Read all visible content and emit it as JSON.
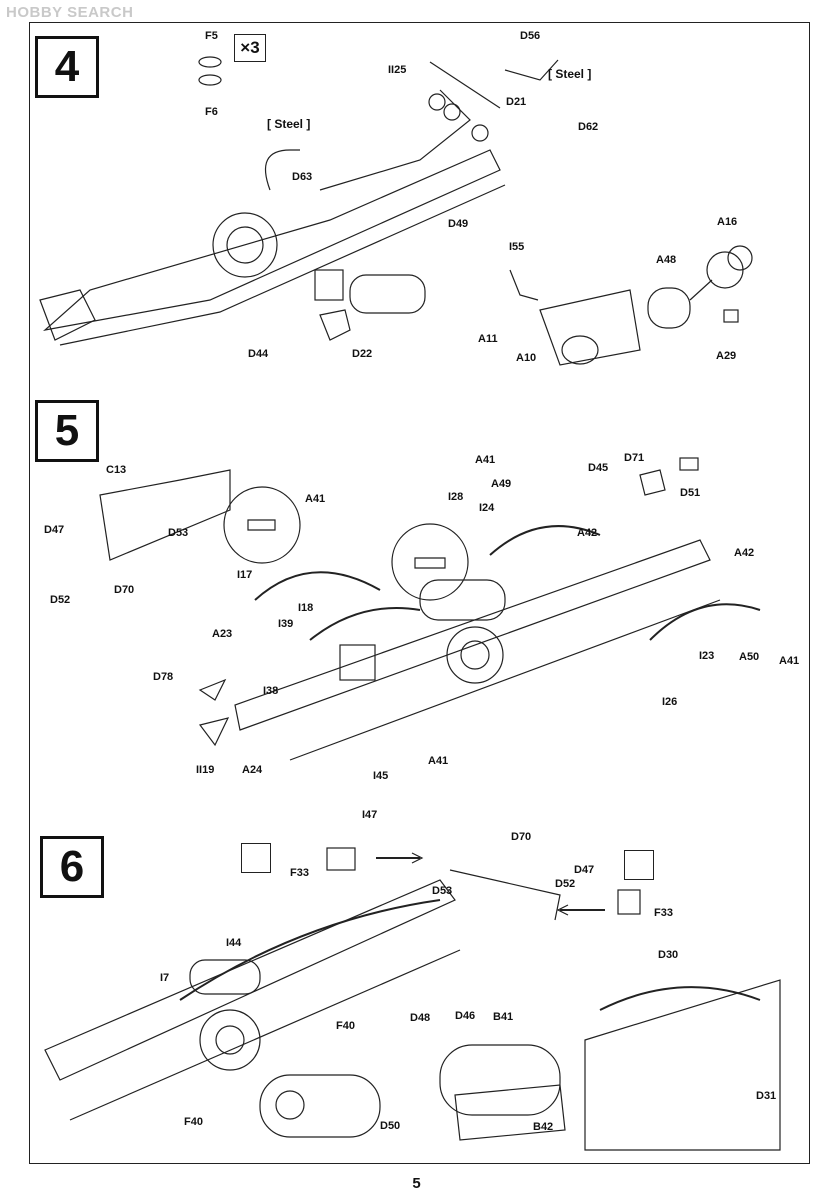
{
  "watermark": "HOBBY SEARCH",
  "page_number": "5",
  "steps": [
    {
      "number": "4",
      "quantity": "×3",
      "steel_notes": [
        "[ Steel ]",
        "[ Steel ]"
      ],
      "labels": [
        "F5",
        "F6",
        "D56",
        "II25",
        "D21",
        "D62",
        "D63",
        "D49",
        "D44",
        "D22",
        "I55",
        "A48",
        "A16",
        "A11",
        "A10",
        "A29"
      ]
    },
    {
      "number": "5",
      "labels": [
        "C13",
        "D47",
        "D53",
        "D52",
        "D70",
        "A41",
        "I17",
        "I18",
        "I39",
        "A23",
        "I38",
        "D78",
        "II19",
        "A24",
        "I45",
        "I47",
        "A41",
        "I28",
        "I24",
        "A49",
        "D45",
        "D71",
        "D51",
        "A42",
        "A42",
        "I23",
        "A50",
        "A41",
        "I26",
        "A41"
      ]
    },
    {
      "number": "6",
      "labels": [
        "F33",
        "D70",
        "D47",
        "D53",
        "D52",
        "F33",
        "I44",
        "I7",
        "F40",
        "F40",
        "D50",
        "D48",
        "D46",
        "B41",
        "B42",
        "D30",
        "D31"
      ]
    }
  ]
}
